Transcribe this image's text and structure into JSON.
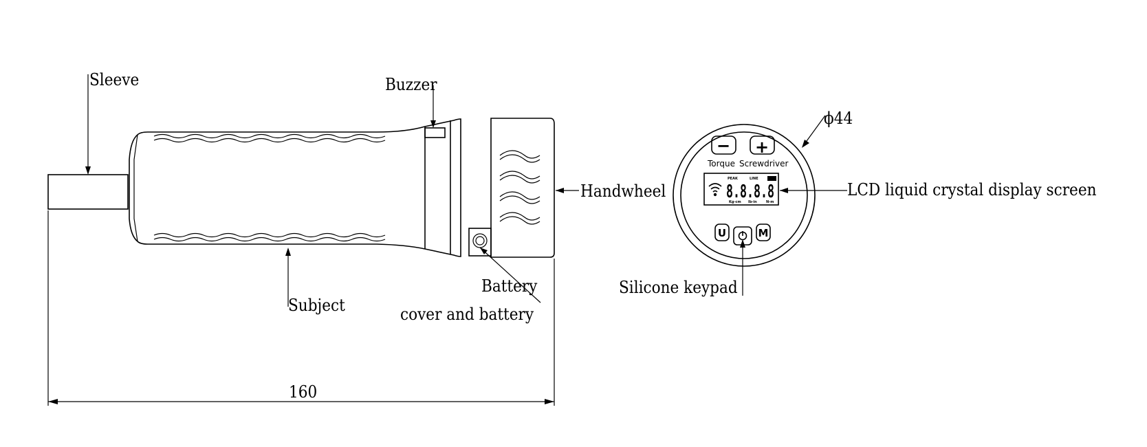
{
  "labels": {
    "sleeve": "Sleeve",
    "buzzer": "Buzzer",
    "handwheel": "Handwheel",
    "subject": "Subject",
    "battery_line1": "Battery",
    "battery_line2": "cover and battery",
    "length_dim": "160",
    "diameter_dim": "ϕ44",
    "lcd": "LCD liquid crystal display screen",
    "keypad": "Silicone keypad"
  },
  "front_panel": {
    "minus_key": "−",
    "plus_key": "+",
    "title_left": "Torque",
    "title_right": "Screwdriver",
    "lcd_top_left": "PEAK",
    "lcd_top_mid": "LINE",
    "lcd_digits": "8.8.8.8",
    "lcd_unit_1": "Kg-cm",
    "lcd_unit_2": "lb-in",
    "lcd_unit_3": "N-m",
    "key_left": "U",
    "key_right": "M"
  }
}
